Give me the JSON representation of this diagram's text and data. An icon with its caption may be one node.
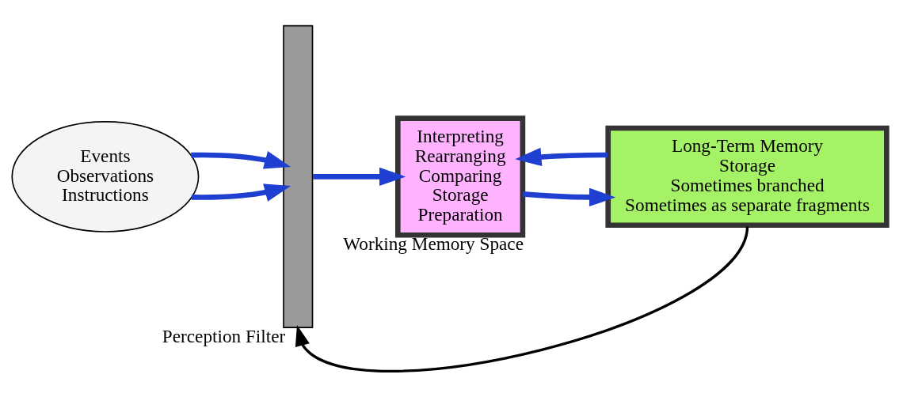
{
  "diagram": {
    "nodes": [
      {
        "text": [
          "Events",
          "Observations",
          "Instructions"
        ]
      },
      {
        "text": [
          "Perception Filter"
        ]
      },
      {
        "text": [
          "Interpreting",
          "Rearranging",
          "Comparing",
          "Storage",
          "Preparation"
        ],
        "beside": [
          "Working Memory Space"
        ]
      },
      {
        "text": [
          "Long-Term Memory",
          "Storage",
          "Sometimes branched",
          "Sometimes as separate fragments"
        ]
      }
    ],
    "edges": [
      {
        "from": 0,
        "to": 1,
        "arrow": "to"
      },
      {
        "from": 0,
        "to": 1,
        "arrow": "to"
      },
      {
        "from": 1,
        "to": 2,
        "arrow": "to"
      },
      {
        "from": 2,
        "to": 3,
        "arrow": "to"
      },
      {
        "from": 3,
        "to": 2,
        "arrow": "to"
      },
      {
        "from": 3,
        "to": 1,
        "arrow": "to",
        "color": "#000000"
      }
    ]
  }
}
